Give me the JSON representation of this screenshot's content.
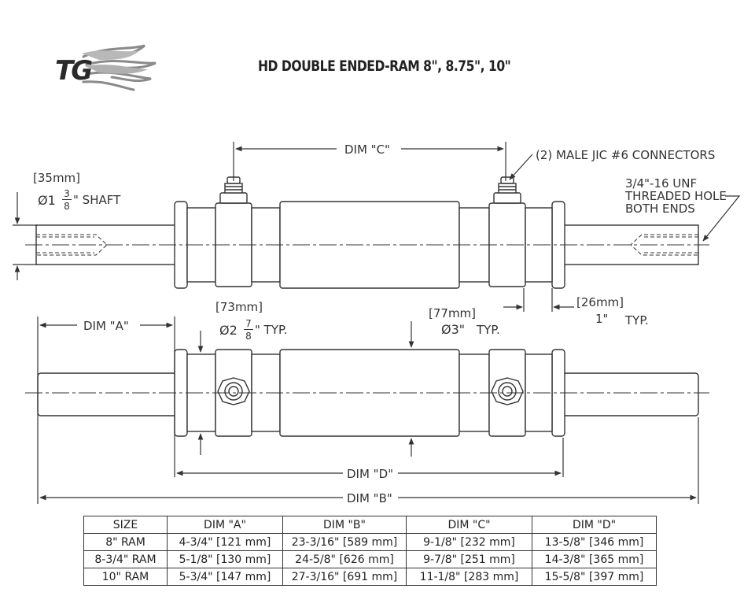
{
  "title": "HD DOUBLE ENDED-RAM 8\", 8.75\", 10\"",
  "logo": {
    "text": "TG",
    "icon": "flame-logo"
  },
  "callouts": {
    "dim_c": "DIM \"C\"",
    "connectors": "(2) MALE JIC #6 CONNECTORS",
    "thread_line1": "3/4\"-16 UNF",
    "thread_line2": "THREADED HOLE",
    "thread_line3": "BOTH ENDS",
    "shaft_mm": "[35mm]",
    "shaft_phi": "Ø1",
    "shaft_num": "3",
    "shaft_den": "8",
    "shaft_label": "\" SHAFT",
    "bore_mm": "[73mm]",
    "bore_phi": "Ø2",
    "bore_num": "7",
    "bore_den": "8",
    "bore_typ": "\" TYP.",
    "tube_mm": "[77mm]",
    "tube_phi": "Ø3\"",
    "tube_typ": "TYP.",
    "gland_mm": "[26mm]",
    "gland_in": "1\"",
    "gland_typ": "TYP.",
    "dim_a": "DIM \"A\"",
    "dim_d": "DIM \"D\"",
    "dim_b": "DIM \"B\""
  },
  "table": {
    "headers": [
      "SIZE",
      "DIM \"A\"",
      "DIM \"B\"",
      "DIM \"C\"",
      "DIM \"D\""
    ],
    "rows": [
      [
        "8\" RAM",
        "4-3/4\" [121 mm]",
        "23-3/16\" [589 mm]",
        "9-1/8\" [232 mm]",
        "13-5/8\" [346 mm]"
      ],
      [
        "8-3/4\" RAM",
        "5-1/8\" [130 mm]",
        "24-5/8\" [626 mm]",
        "9-7/8\" [251 mm]",
        "14-3/8\" [365 mm]"
      ],
      [
        "10\" RAM",
        "5-3/4\" [147 mm]",
        "27-3/16\" [691 mm]",
        "11-1/8\" [283 mm]",
        "15-5/8\" [397 mm]"
      ]
    ]
  }
}
